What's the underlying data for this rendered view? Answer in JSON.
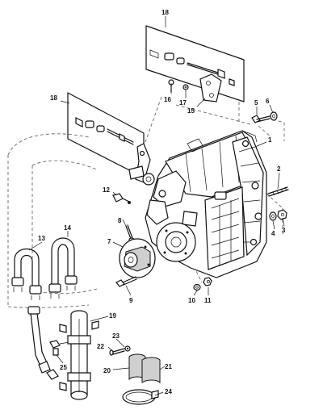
{
  "callouts": [
    {
      "key": "c18a",
      "text": "18"
    },
    {
      "key": "c18b",
      "text": "18"
    },
    {
      "key": "c16",
      "text": "16"
    },
    {
      "key": "c17",
      "text": "17"
    },
    {
      "key": "c15",
      "text": "15"
    },
    {
      "key": "c5",
      "text": "5"
    },
    {
      "key": "c6",
      "text": "6"
    },
    {
      "key": "c1",
      "text": "1"
    },
    {
      "key": "c2",
      "text": "2"
    },
    {
      "key": "c12",
      "text": "12"
    },
    {
      "key": "c8",
      "text": "8"
    },
    {
      "key": "c14",
      "text": "14"
    },
    {
      "key": "c13",
      "text": "13"
    },
    {
      "key": "c7",
      "text": "7"
    },
    {
      "key": "c9",
      "text": "9"
    },
    {
      "key": "c4",
      "text": "4"
    },
    {
      "key": "c3",
      "text": "3"
    },
    {
      "key": "c10",
      "text": "10"
    },
    {
      "key": "c11",
      "text": "11"
    },
    {
      "key": "c19",
      "text": "19"
    },
    {
      "key": "c23",
      "text": "23"
    },
    {
      "key": "c22",
      "text": "22"
    },
    {
      "key": "c25",
      "text": "25"
    },
    {
      "key": "c20",
      "text": "20"
    },
    {
      "key": "c21",
      "text": "21"
    },
    {
      "key": "c24",
      "text": "24"
    }
  ]
}
